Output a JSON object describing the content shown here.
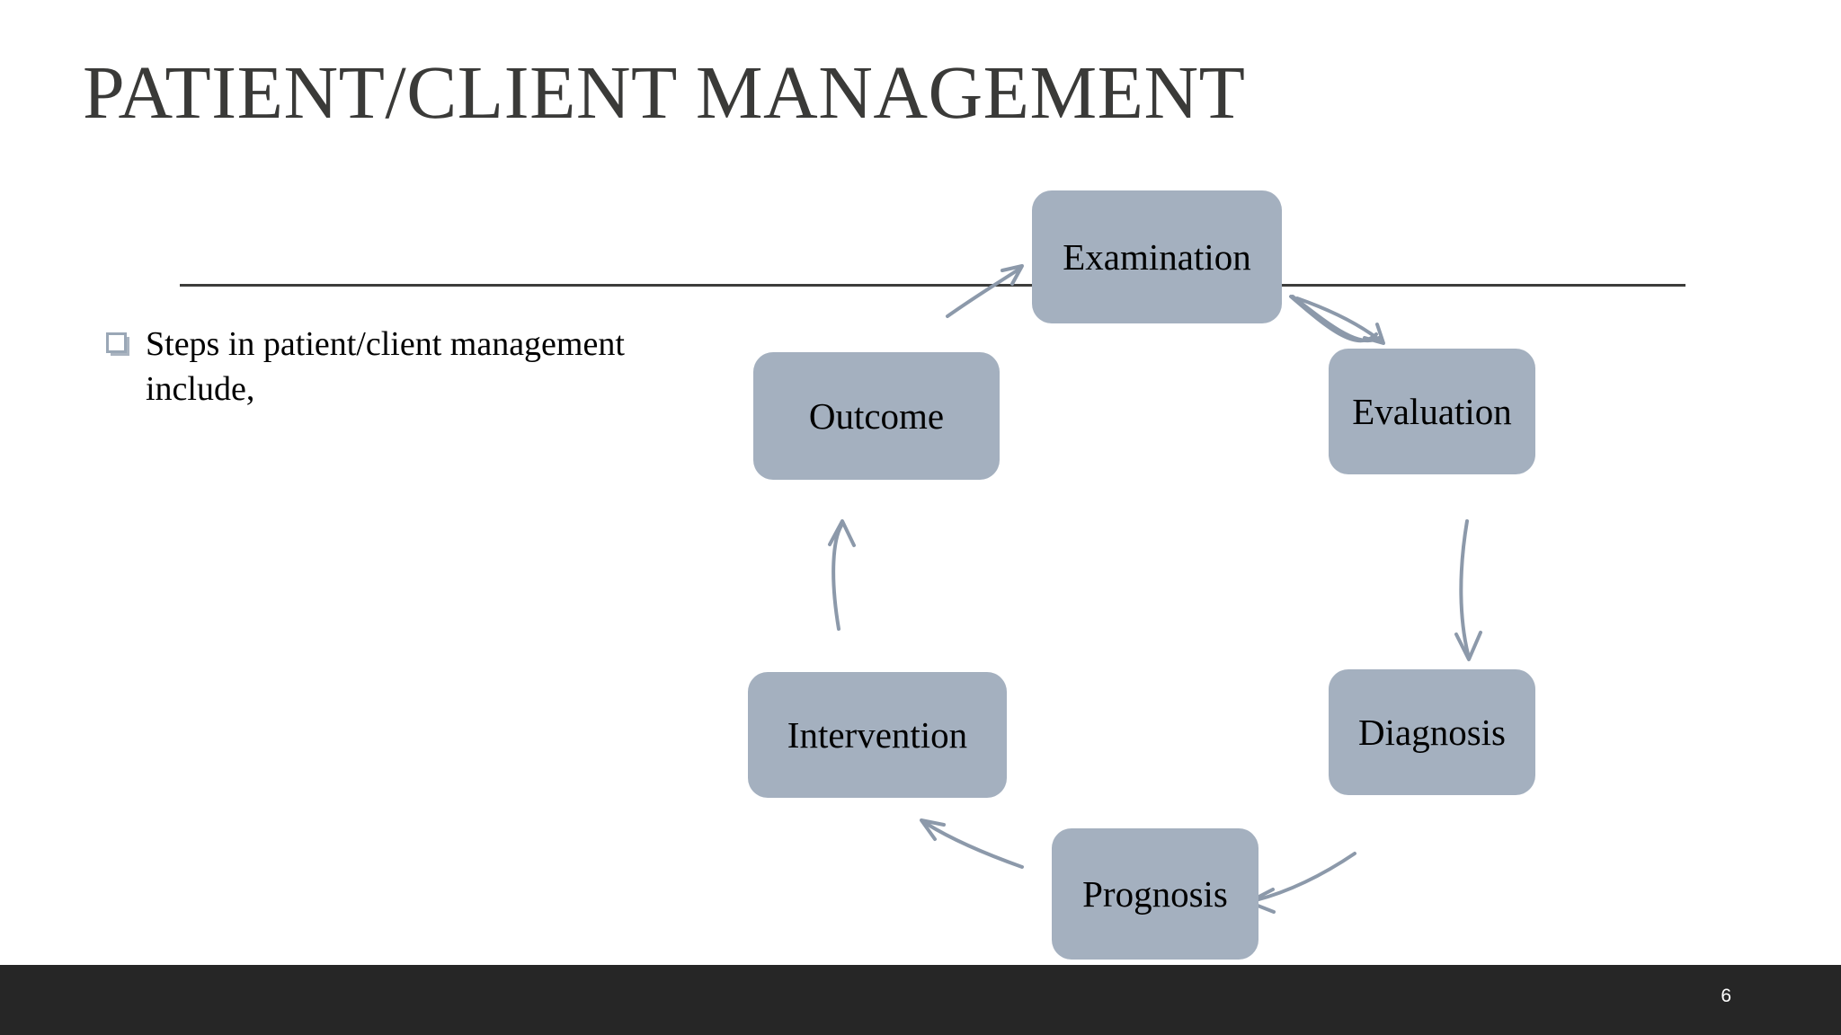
{
  "slide": {
    "title": "PATIENT/CLIENT MANAGEMENT",
    "page_number": "6",
    "background_color": "#ffffff",
    "footer_color": "#262626",
    "rule_color": "#3d3d3b",
    "title_color": "#3a3a38"
  },
  "body": {
    "bullets": [
      {
        "marker": "hollow-square-bullet",
        "text": "Steps in patient/client management include,"
      }
    ]
  },
  "diagram": {
    "type": "cycle",
    "node_fill": "#a4b0bf",
    "arrow_color": "#8c99aa",
    "nodes": [
      {
        "id": "examination",
        "label": "Examination"
      },
      {
        "id": "evaluation",
        "label": "Evaluation"
      },
      {
        "id": "diagnosis",
        "label": "Diagnosis"
      },
      {
        "id": "prognosis",
        "label": "Prognosis"
      },
      {
        "id": "intervention",
        "label": "Intervention"
      },
      {
        "id": "outcome",
        "label": "Outcome"
      }
    ],
    "edges": [
      {
        "from": "examination",
        "to": "evaluation"
      },
      {
        "from": "evaluation",
        "to": "diagnosis"
      },
      {
        "from": "diagnosis",
        "to": "prognosis"
      },
      {
        "from": "prognosis",
        "to": "intervention"
      },
      {
        "from": "intervention",
        "to": "outcome"
      },
      {
        "from": "outcome",
        "to": "examination"
      }
    ]
  }
}
